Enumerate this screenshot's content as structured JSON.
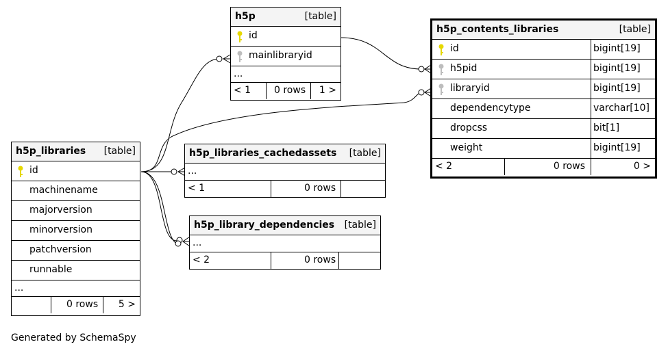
{
  "tables": {
    "h5p": {
      "name": "h5p",
      "kind": "[table]",
      "columns": [
        {
          "name": "id",
          "key": "primary"
        },
        {
          "name": "mainlibraryid",
          "key": "foreign"
        }
      ],
      "more": "...",
      "footer": {
        "prev": "< 1",
        "rows": "0 rows",
        "next": "1 >"
      }
    },
    "h5p_contents_libraries": {
      "name": "h5p_contents_libraries",
      "kind": "[table]",
      "columns": [
        {
          "name": "id",
          "type": "bigint[19]",
          "key": "primary"
        },
        {
          "name": "h5pid",
          "type": "bigint[19]",
          "key": "foreign"
        },
        {
          "name": "libraryid",
          "type": "bigint[19]",
          "key": "foreign"
        },
        {
          "name": "dependencytype",
          "type": "varchar[10]",
          "key": ""
        },
        {
          "name": "dropcss",
          "type": "bit[1]",
          "key": ""
        },
        {
          "name": "weight",
          "type": "bigint[19]",
          "key": ""
        }
      ],
      "footer": {
        "prev": "< 2",
        "rows": "0 rows",
        "next": "0 >"
      }
    },
    "h5p_libraries": {
      "name": "h5p_libraries",
      "kind": "[table]",
      "columns": [
        {
          "name": "id",
          "key": "primary"
        },
        {
          "name": "machinename",
          "key": ""
        },
        {
          "name": "majorversion",
          "key": ""
        },
        {
          "name": "minorversion",
          "key": ""
        },
        {
          "name": "patchversion",
          "key": ""
        },
        {
          "name": "runnable",
          "key": ""
        }
      ],
      "more": "...",
      "footer": {
        "prev": "",
        "rows": "0 rows",
        "next": "5 >"
      }
    },
    "h5p_libraries_cachedassets": {
      "name": "h5p_libraries_cachedassets",
      "kind": "[table]",
      "more": "...",
      "footer": {
        "prev": "< 1",
        "rows": "0 rows",
        "next": ""
      }
    },
    "h5p_library_dependencies": {
      "name": "h5p_library_dependencies",
      "kind": "[table]",
      "more": "...",
      "footer": {
        "prev": "< 2",
        "rows": "0 rows",
        "next": ""
      }
    }
  },
  "colors": {
    "primary_key": "#e6d800",
    "foreign_key": "#bdbdbd",
    "header_bg": "#f4f4f4"
  },
  "generated_by": "Generated by SchemaSpy"
}
